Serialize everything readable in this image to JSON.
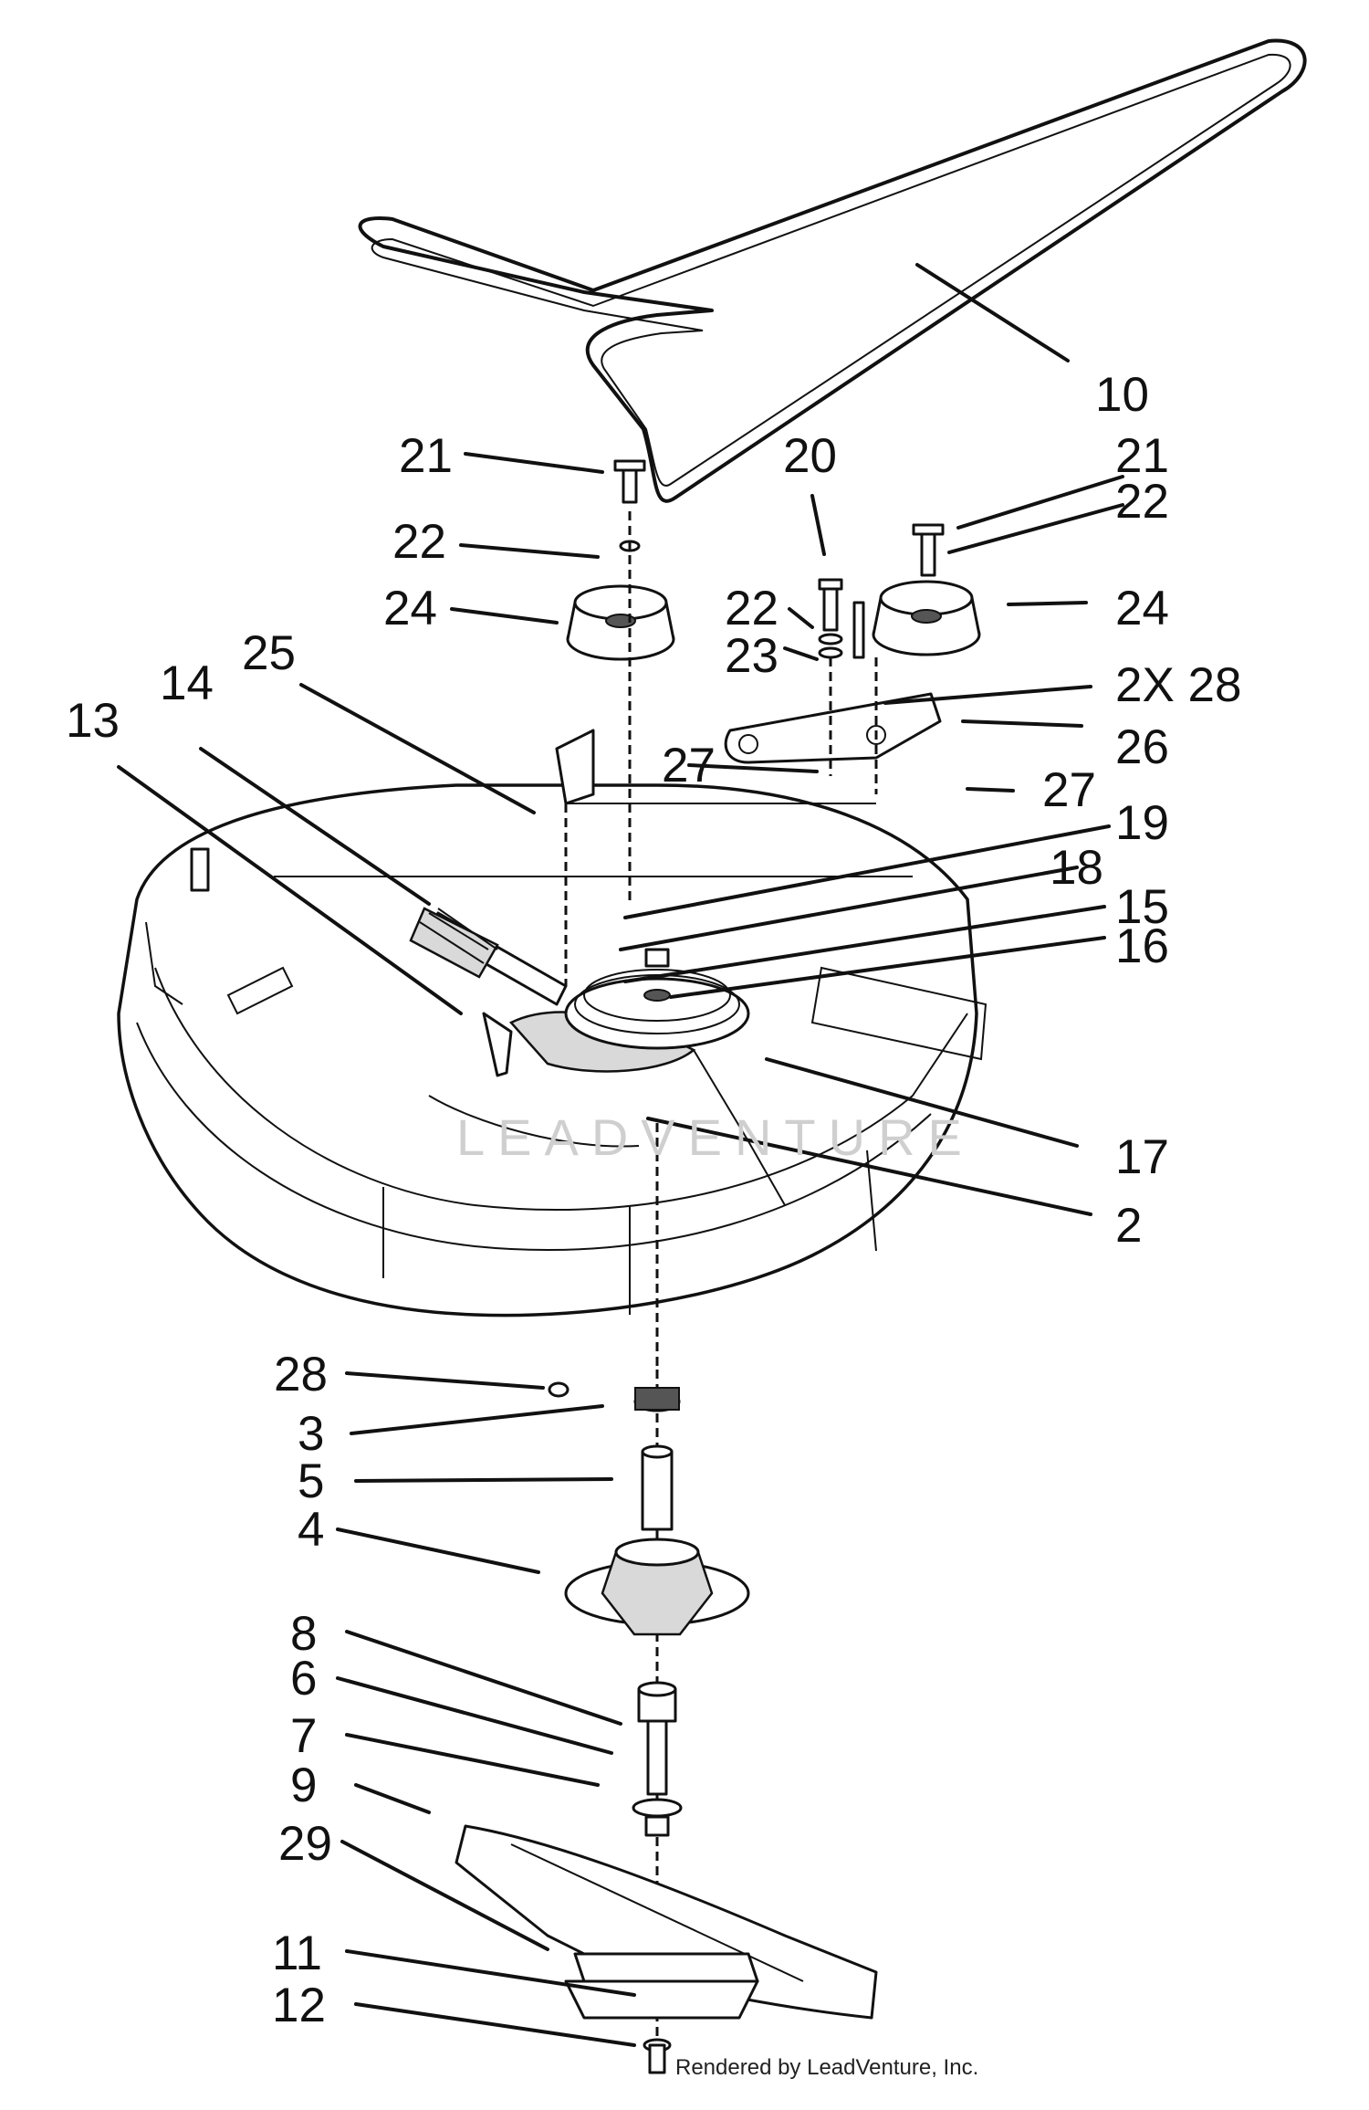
{
  "callouts": [
    {
      "id": "c10",
      "text": "10"
    },
    {
      "id": "c21a",
      "text": "21"
    },
    {
      "id": "c20",
      "text": "20"
    },
    {
      "id": "c21b",
      "text": "21"
    },
    {
      "id": "c22a",
      "text": "22"
    },
    {
      "id": "c22b",
      "text": "22"
    },
    {
      "id": "c24a",
      "text": "24"
    },
    {
      "id": "c22c",
      "text": "22"
    },
    {
      "id": "c24b",
      "text": "24"
    },
    {
      "id": "c23",
      "text": "23"
    },
    {
      "id": "c25",
      "text": "25"
    },
    {
      "id": "c14",
      "text": "14"
    },
    {
      "id": "c2x28",
      "text": "2X 28"
    },
    {
      "id": "c13",
      "text": "13"
    },
    {
      "id": "c26",
      "text": "26"
    },
    {
      "id": "c27a",
      "text": "27"
    },
    {
      "id": "c27b",
      "text": "27"
    },
    {
      "id": "c19",
      "text": "19"
    },
    {
      "id": "c18",
      "text": "18"
    },
    {
      "id": "c15",
      "text": "15"
    },
    {
      "id": "c16",
      "text": "16"
    },
    {
      "id": "c17",
      "text": "17"
    },
    {
      "id": "c2",
      "text": "2"
    },
    {
      "id": "c28",
      "text": "28"
    },
    {
      "id": "c3",
      "text": "3"
    },
    {
      "id": "c5",
      "text": "5"
    },
    {
      "id": "c4",
      "text": "4"
    },
    {
      "id": "c8",
      "text": "8"
    },
    {
      "id": "c6",
      "text": "6"
    },
    {
      "id": "c7",
      "text": "7"
    },
    {
      "id": "c9",
      "text": "9"
    },
    {
      "id": "c29",
      "text": "29"
    },
    {
      "id": "c11",
      "text": "11"
    },
    {
      "id": "c12",
      "text": "12"
    }
  ],
  "credit": "Rendered by LeadVenture, Inc.",
  "watermark": "LEADVENTURE"
}
